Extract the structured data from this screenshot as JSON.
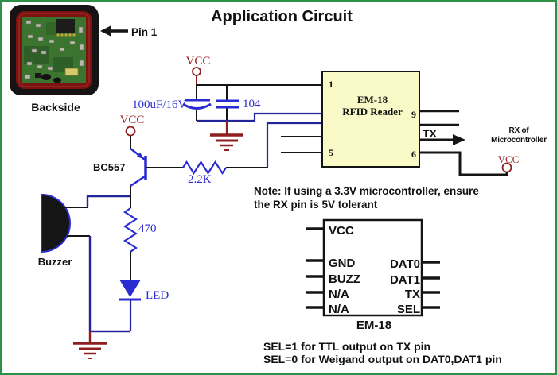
{
  "title": "Application Circuit",
  "module_photo": {
    "caption": "Backside",
    "pin_callout": "Pin 1"
  },
  "schematic": {
    "vcc_top_label": "VCC",
    "vcc_transistor_label": "VCC",
    "vcc_mcu_label": "VCC",
    "electrolytic_cap_label": "100uF/16V",
    "ceramic_cap_label": "104",
    "transistor_label": "BC557",
    "base_resistor_label": "2.2K",
    "led_resistor_label": "470",
    "led_label": "LED",
    "buzzer_label": "Buzzer",
    "tx_label": "TX",
    "rx_line1": "RX of",
    "rx_line2": "Microcontroller",
    "reader_block": {
      "name_line1": "EM-18",
      "name_line2": "RFID Reader",
      "pin1": "1",
      "pin5": "5",
      "pin9": "9",
      "pin6": "6"
    }
  },
  "note_line1": "Note: If using a 3.3V microcontroller, ensure",
  "note_line2": "the RX pin is 5V tolerant",
  "pinout": {
    "left_pins": [
      "VCC",
      "GND",
      "BUZZ",
      "N/A",
      "N/A"
    ],
    "right_pins": [
      "DAT0",
      "DAT1",
      "TX",
      "SEL"
    ],
    "caption": "EM-18"
  },
  "footnote_line1": "SEL=1 for TTL output on TX pin",
  "footnote_line2": "SEL=0 for Weigand output on DAT0,DAT1 pin",
  "colors": {
    "component_blue": "#2b2bd4",
    "wire_navy": "#23239a",
    "wire_black": "#151515",
    "maroon": "#8f1f1f",
    "reader_fill": "#fafac8",
    "border_green": "#2c9147",
    "pcb_green": "#3b742f",
    "pcb_ring_red": "#7c1212"
  }
}
